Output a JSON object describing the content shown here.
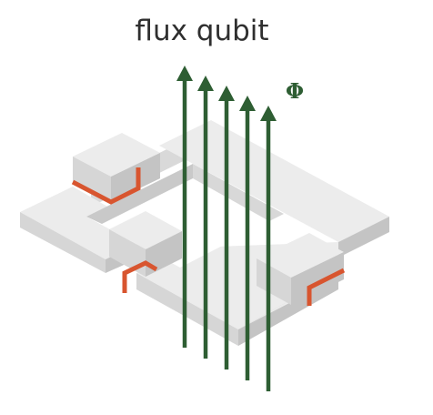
{
  "title": "flux qubit",
  "flux_symbol": "Φ",
  "arrow_count": 5,
  "colors": {
    "background": "#ffffff",
    "title_text": "#2f2f2f",
    "flux_arrow": "#2e5e33",
    "junction": "#d8552f",
    "block_top": "#ececec",
    "block_left": "#d6d6d6",
    "block_right": "#c4c4c4"
  }
}
